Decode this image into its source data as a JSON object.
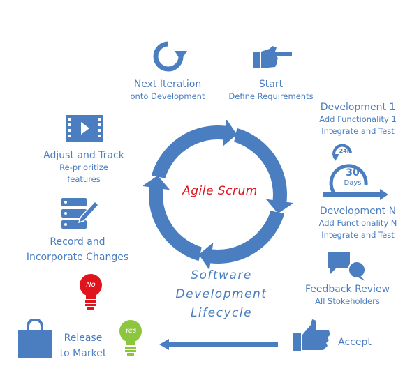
{
  "center": {
    "title": "Agile Scrum"
  },
  "lifecycle": {
    "line1": "Software",
    "line2": "Development",
    "line3": "Lifecycle"
  },
  "steps": {
    "next_iteration": {
      "title": "Next Iteration",
      "sub": "onto Development"
    },
    "start": {
      "title": "Start",
      "sub": "Define Requirements"
    },
    "dev1": {
      "title": "Development 1",
      "sub1": "Add Functionality 1",
      "sub2": "Integrate and Test"
    },
    "sprint": {
      "hours": "24h",
      "days_num": "30",
      "days_label": "Days"
    },
    "devN": {
      "title": "Development N",
      "sub1": "Add Functionality N",
      "sub2": "Integrate and Test"
    },
    "feedback": {
      "title": "Feedback Review",
      "sub": "All Stokeholders"
    },
    "accept": {
      "title": "Accept"
    },
    "release": {
      "line1": "Release",
      "line2": "to Market"
    },
    "no_bulb": {
      "label": "No"
    },
    "yes_bulb": {
      "label": "Yes"
    },
    "record": {
      "line1": "Record and",
      "line2": "Incorporate Changes"
    },
    "adjust": {
      "title": "Adjust and Track",
      "sub1": "Re-prioritize",
      "sub2": "features"
    }
  },
  "colors": {
    "primary": "#4a7ec0",
    "red": "#e0141c",
    "green": "#8cc63f"
  },
  "icons": {
    "next_iteration": "refresh-icon",
    "start": "pointing-hand-icon",
    "adjust": "video-film-icon",
    "record": "server-edit-icon",
    "no_bulb": "lightbulb-red-icon",
    "yes_bulb": "lightbulb-green-icon",
    "release": "shopping-bag-icon",
    "accept": "thumbs-up-icon",
    "feedback": "chat-bubbles-icon",
    "sprint": "sprint-cycle-icon"
  }
}
